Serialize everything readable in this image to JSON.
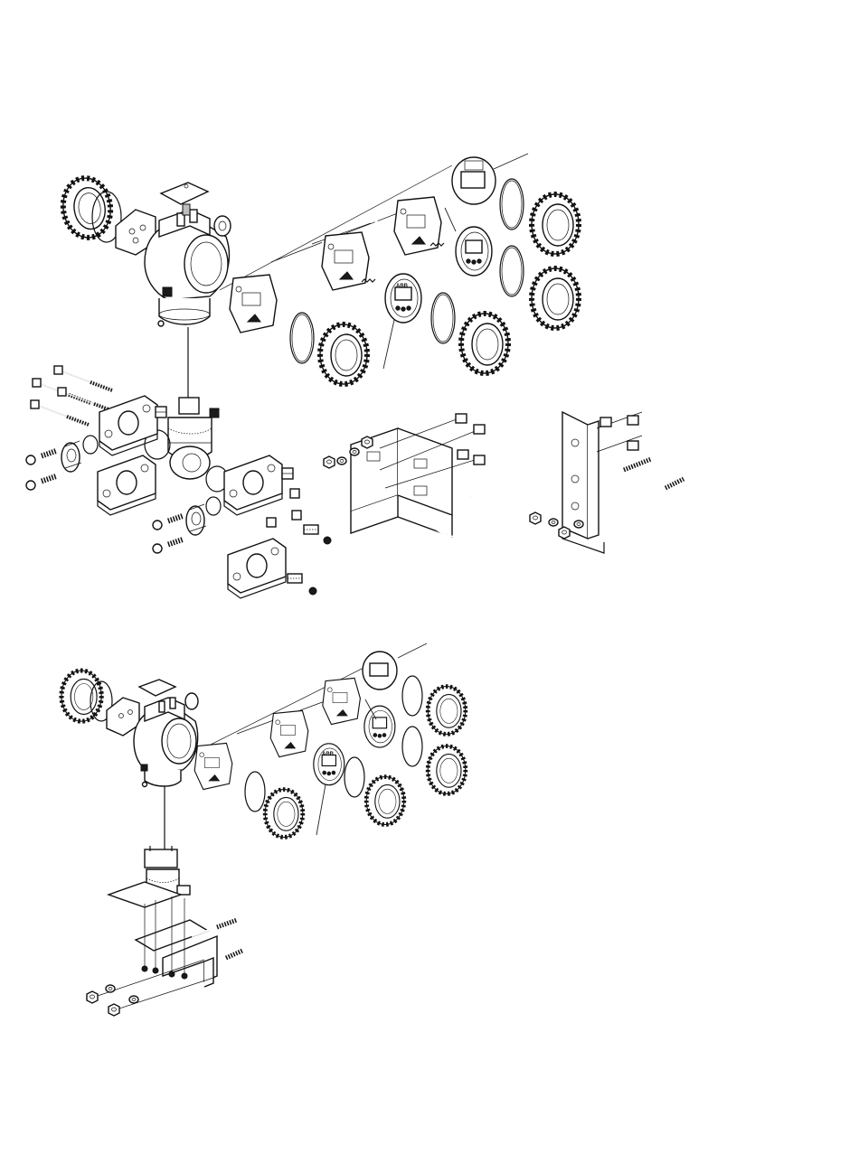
{
  "diagram": {
    "logo_text": "ABB",
    "assemblies": [
      {
        "name": "differential-pressure-transmitter-assembly"
      },
      {
        "name": "direct-mount-transmitter-assembly"
      }
    ]
  },
  "colors": {
    "ink": "#111111",
    "paper": "#ffffff",
    "shade": "#bdbdbd"
  }
}
